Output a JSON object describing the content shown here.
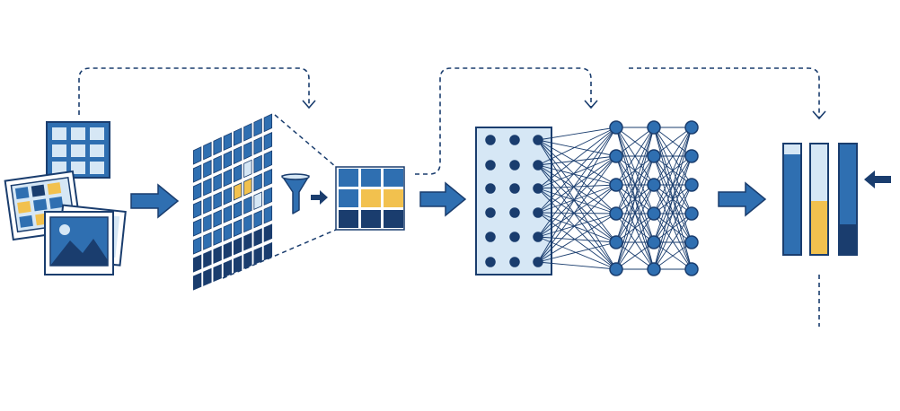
{
  "diagram": {
    "description_visible_text": "",
    "stages": [
      {
        "id": "input-images",
        "icon": "image-stack-icon"
      },
      {
        "id": "convolution-feature-map",
        "icon": "perspective-grid-icon"
      },
      {
        "id": "pooling-filter",
        "icon": "funnel-icon"
      },
      {
        "id": "pooled-output",
        "icon": "small-grid-icon"
      },
      {
        "id": "flatten-input-layer",
        "icon": "node-panel-icon"
      },
      {
        "id": "dense-network",
        "icon": "neural-network-icon"
      },
      {
        "id": "output-bars",
        "icon": "bar-chart-icon"
      }
    ],
    "feedback_arrows": 3,
    "colors": {
      "navy": "#1a3d6e",
      "blue": "#2f6fb1",
      "light": "#d6e7f5",
      "yellow": "#f2c14e",
      "white": "#ffffff"
    }
  }
}
